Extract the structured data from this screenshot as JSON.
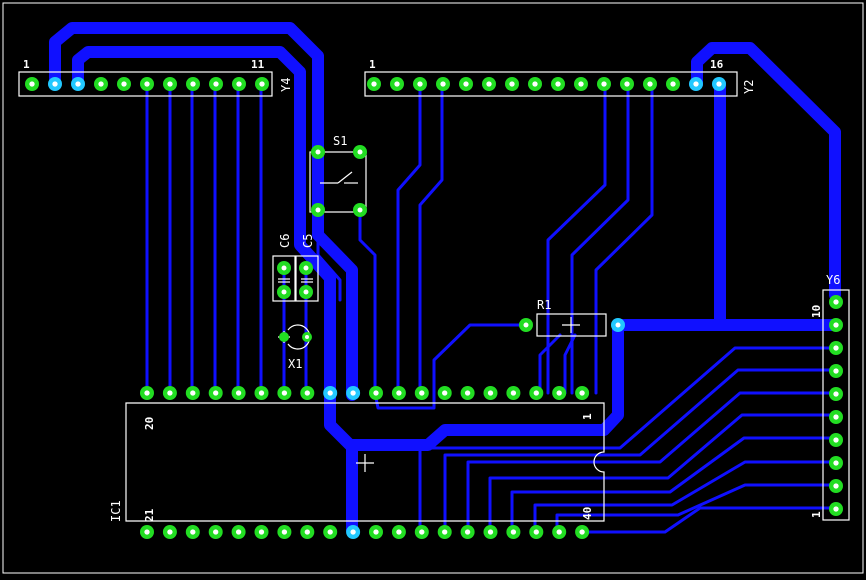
{
  "board": {
    "background": "#000000",
    "trace_color": "#1010ff",
    "pad_color": "#22dd22",
    "pad_alt_color": "#22c8ff",
    "silk_color": "#ffffff"
  },
  "components": {
    "y4": {
      "ref": "Y4",
      "pin_first": "1",
      "pin_last": "11"
    },
    "y2": {
      "ref": "Y2",
      "pin_first": "1",
      "pin_last": "16"
    },
    "y6": {
      "ref": "Y6",
      "pin_first": "1",
      "pin_last": "10"
    },
    "s1": {
      "ref": "S1"
    },
    "c6": {
      "ref": "C6"
    },
    "c5": {
      "ref": "C5"
    },
    "x1": {
      "ref": "X1"
    },
    "r1": {
      "ref": "R1"
    },
    "ic1": {
      "ref": "IC1",
      "pin_20": "20",
      "pin_1": "1",
      "pin_21": "21",
      "pin_40": "40"
    }
  }
}
